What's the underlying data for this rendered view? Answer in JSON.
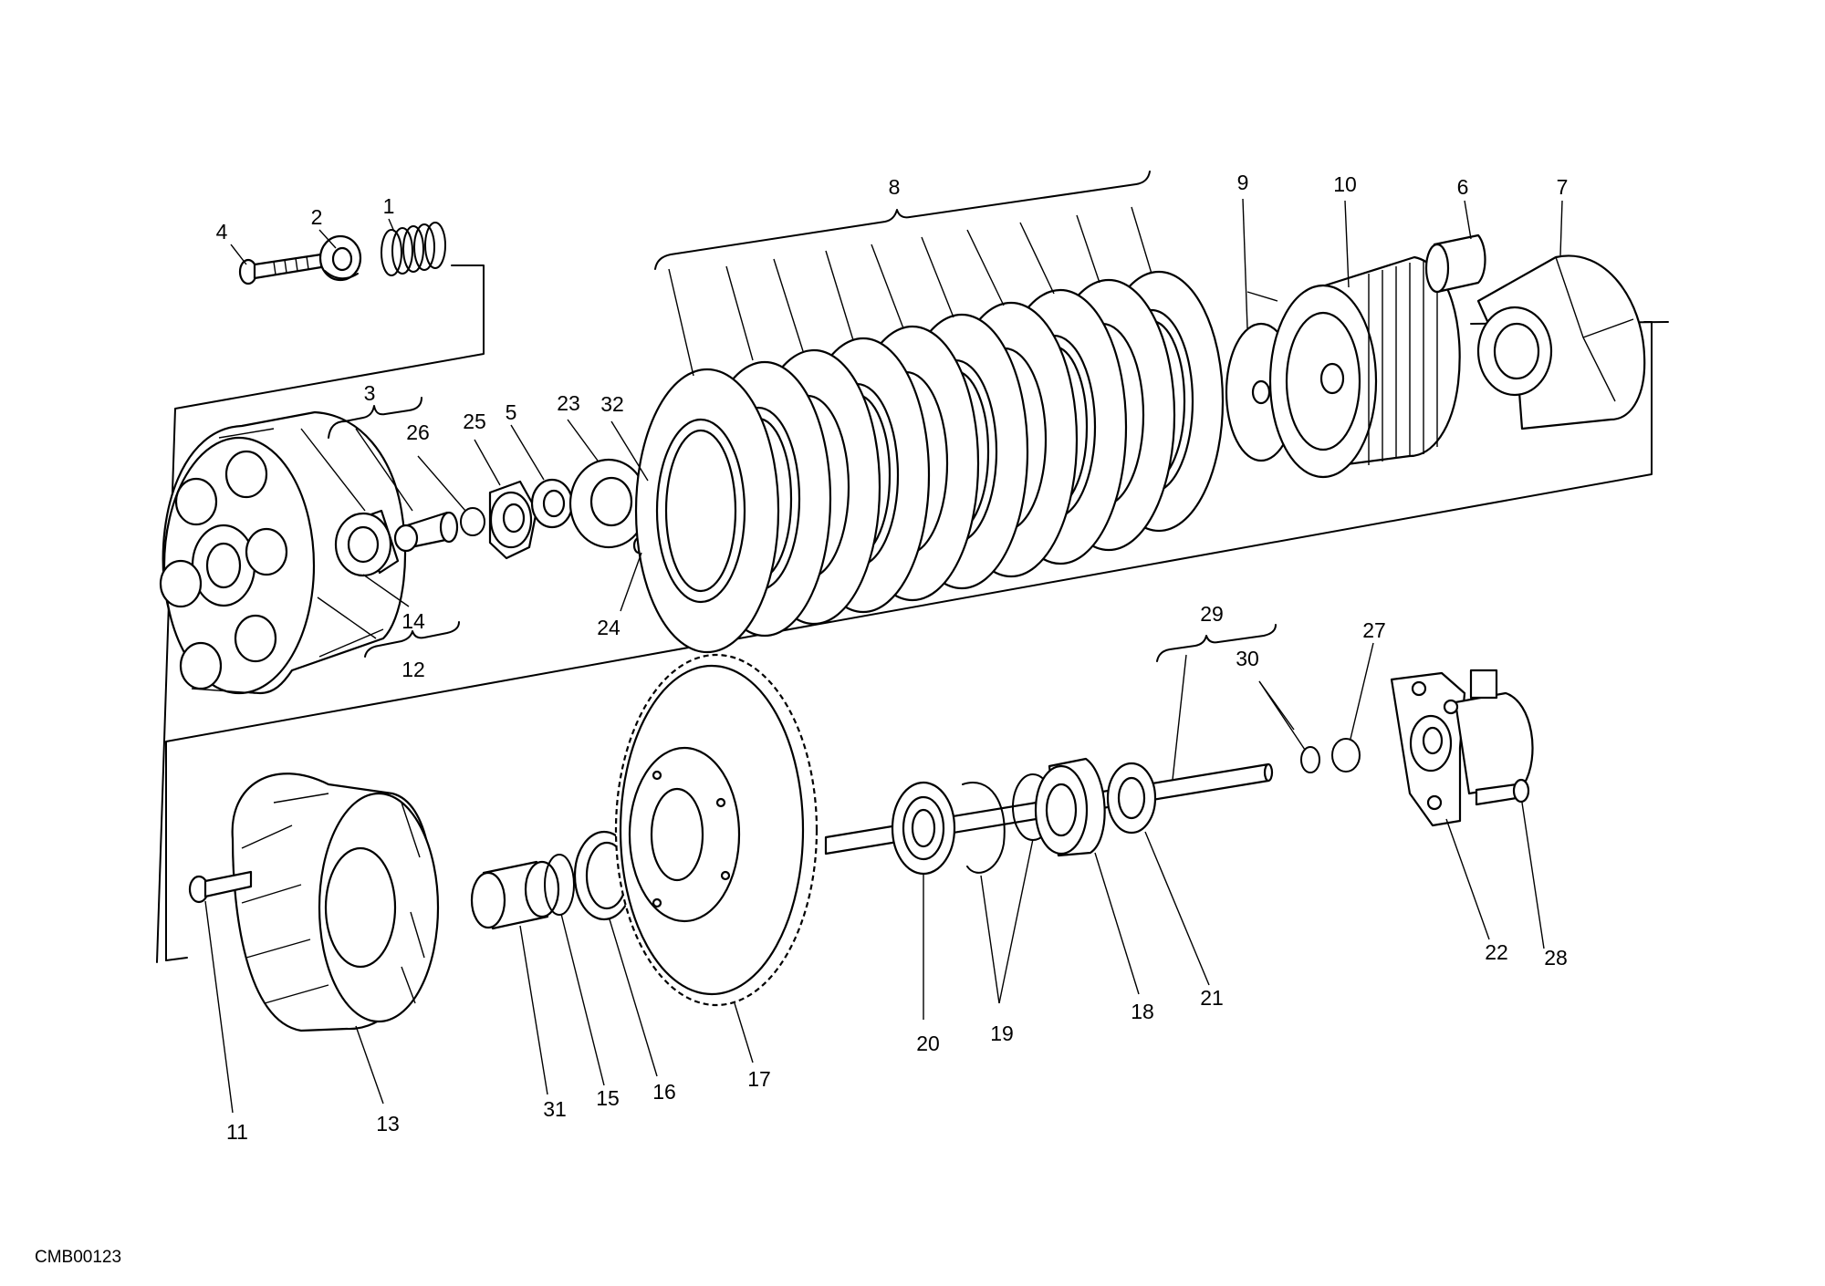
{
  "diagram": {
    "drawing_code": "CMB00123",
    "callouts": [
      "1",
      "2",
      "3",
      "4",
      "5",
      "6",
      "7",
      "8",
      "9",
      "10",
      "11",
      "12",
      "13",
      "14",
      "15",
      "16",
      "17",
      "18",
      "19",
      "20",
      "21",
      "22",
      "23",
      "24",
      "25",
      "26",
      "27",
      "28",
      "29",
      "30",
      "31",
      "32"
    ]
  }
}
